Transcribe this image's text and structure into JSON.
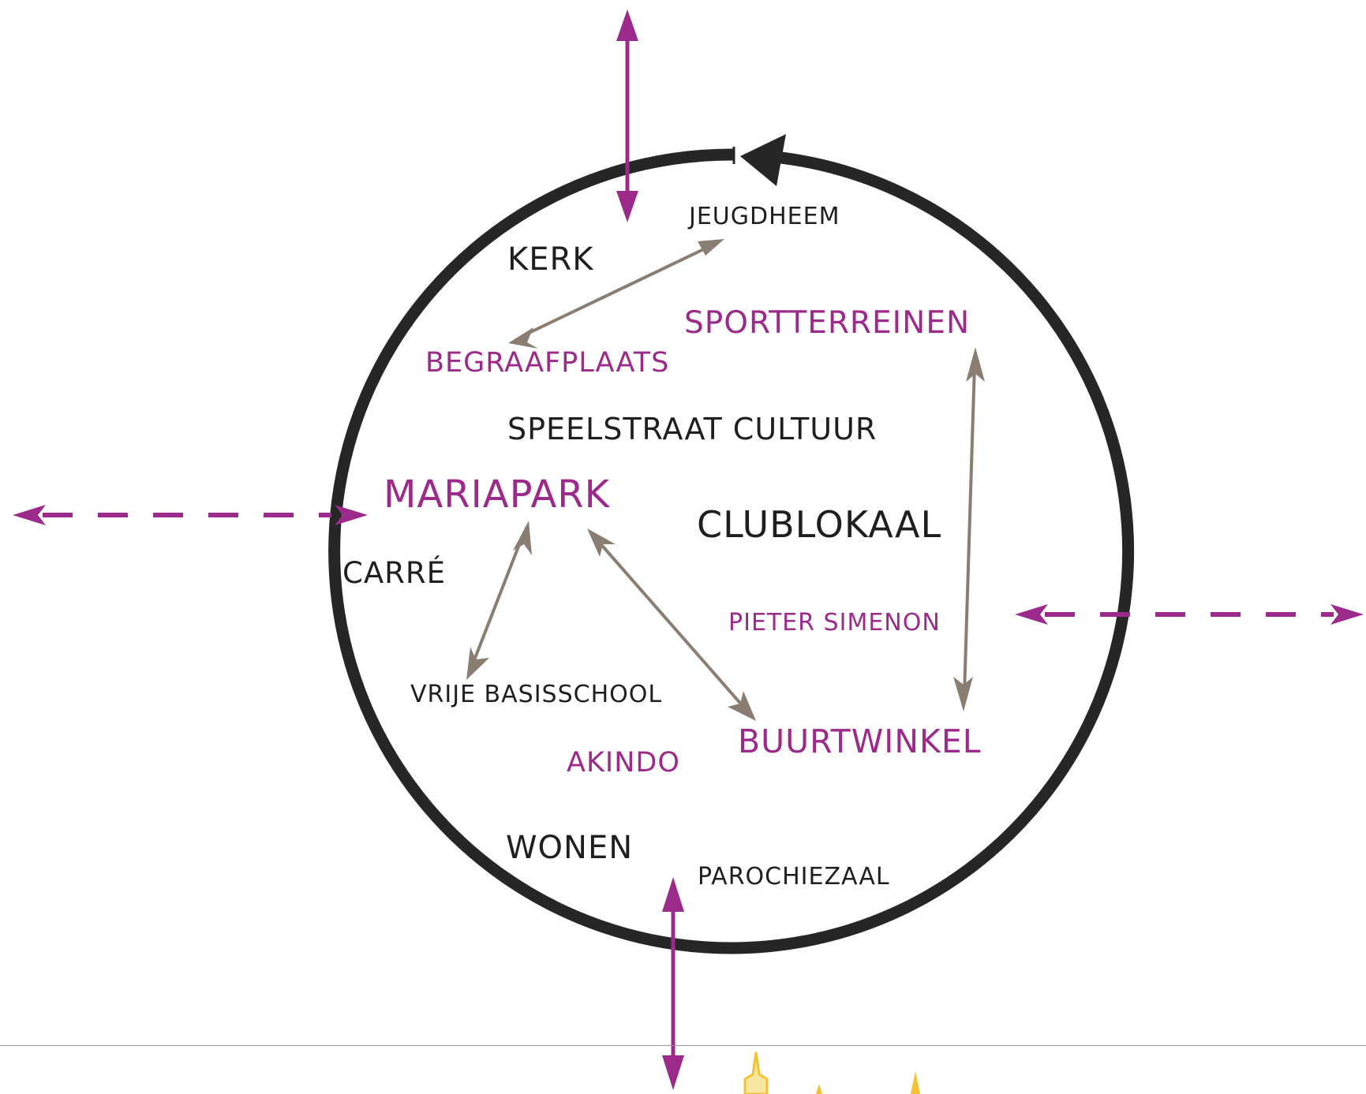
{
  "labels": {
    "kerk": "KERK",
    "jeugdheem": "JEUGDHEEM",
    "sportterreinen": "SPORTTERREINEN",
    "begraafplaats": "BEGRAAFPLAATS",
    "speelstraat_cultuur": "SPEELSTRAAT CULTUUR",
    "mariapark": "MARIAPARK",
    "clublokaal": "CLUBLOKAAL",
    "carre": "CARRÉ",
    "pieter_simenon": "PIETER SIMENON",
    "vrije_basisschool": "VRIJE BASISSCHOOL",
    "akindo": "AKINDO",
    "buurtwinkel": "BUURTWINKEL",
    "wonen": "WONEN",
    "parochiezaal": "PAROCHIEZAAL"
  },
  "colors": {
    "ring": "#262626",
    "accent": "#9c2a8a",
    "connector": "#8a7d72",
    "text": "#1f1f1f",
    "skyline": "#f2c233"
  }
}
